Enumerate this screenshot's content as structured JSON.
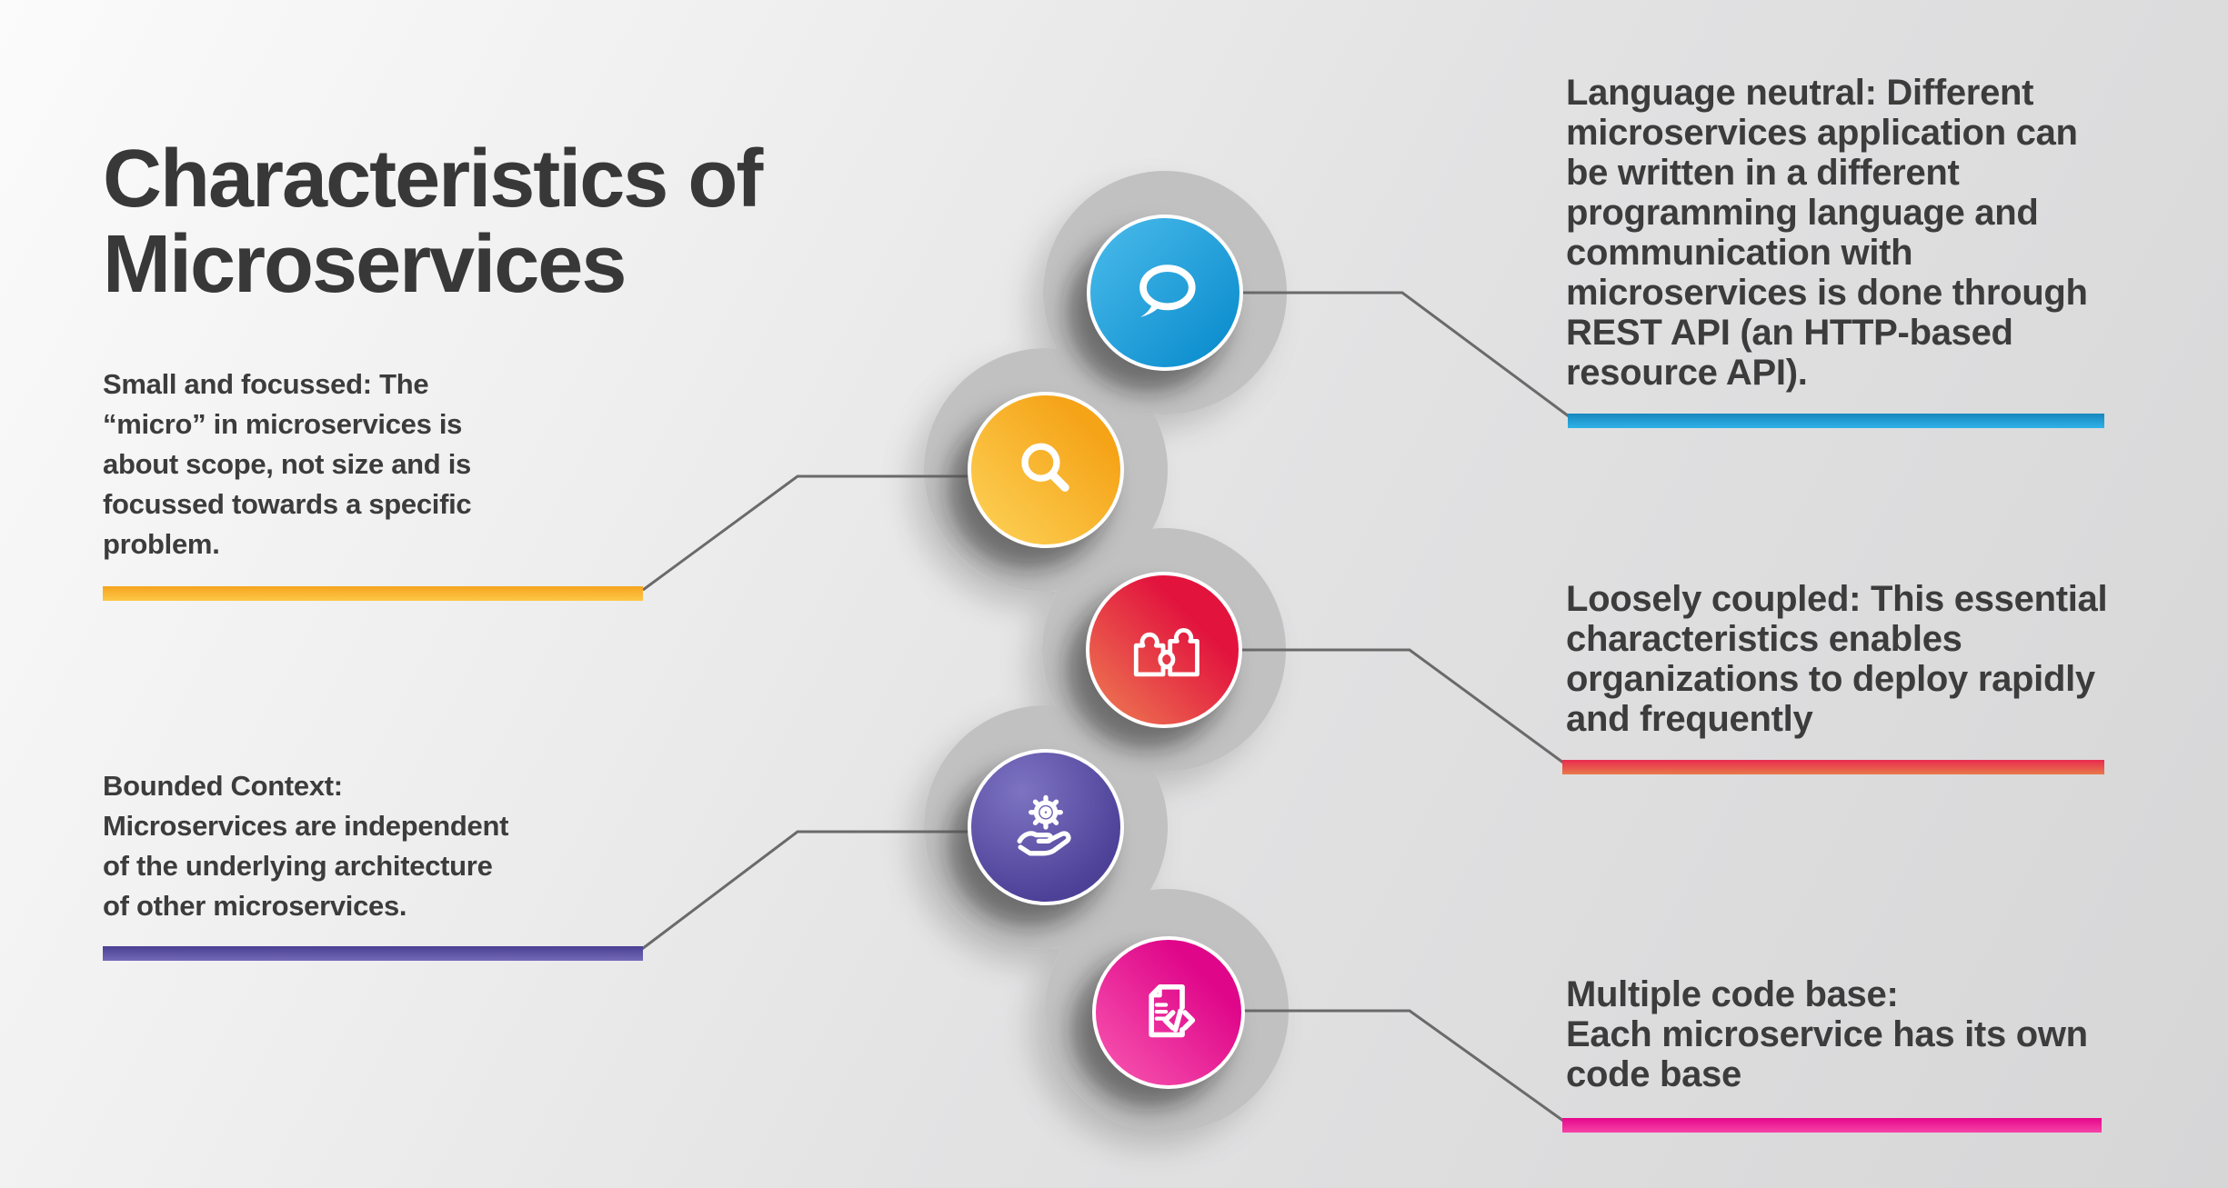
{
  "title": "Characteristics of\nMicroservices",
  "blocks": {
    "language_neutral": {
      "text": "Language neutral: Different\nmicroservices application can\nbe written in a different\nprogramming language and\ncommunication with\nmicroservices is done through\nREST API (an HTTP-based\nresource API).",
      "accent_color": "#2fb2e8"
    },
    "small_focussed": {
      "text": "Small and focussed: The\n“micro” in microservices is\nabout scope, not size and is\nfocussed towards a specific\nproblem.",
      "accent_color": "#f9b42d"
    },
    "loosely_coupled": {
      "text": "Loosely coupled: This essential\ncharacteristics enables\norganizations to deploy rapidly\nand frequently",
      "accent_color": "#e92b4f"
    },
    "bounded_context": {
      "text": "Bounded Context:\nMicroservices are independent\nof the underlying architecture\nof other microservices.",
      "accent_color": "#584c9f"
    },
    "multiple_code_base": {
      "text": "Multiple code base:\nEach microservice has its own\ncode base",
      "accent_color": "#ec0c92"
    }
  },
  "icons": {
    "chat": "chat-bubble-icon",
    "search": "magnifier-icon",
    "puzzle": "puzzle-pieces-icon",
    "gear_hand": "gear-on-hand-icon",
    "doc_code": "document-code-icon"
  },
  "colors": {
    "background_light": "#fbfbfb",
    "background_dark": "#d6d6d7",
    "chain_gray": "#bfbfbf",
    "connector_gray": "#6a6a6a",
    "text": "#3b3b3b",
    "circle_blue": "#1e9cd7",
    "circle_yellow": "#f8b32a",
    "circle_red": "#e42a4c",
    "circle_purple": "#564a9e",
    "circle_pink": "#ec0c92"
  }
}
